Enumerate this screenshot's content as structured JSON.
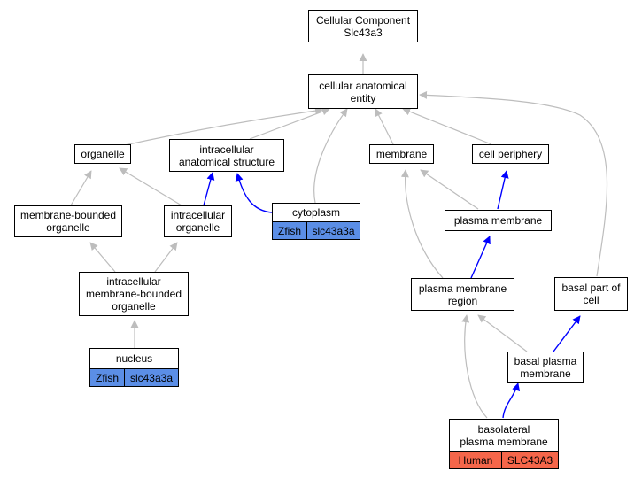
{
  "colors": {
    "gray_edge": "#bdbdbd",
    "blue_edge": "#0000ff",
    "zfish_tag": "#5b8ee6",
    "human_tag": "#f5664a"
  },
  "nodes": {
    "root": {
      "label": "Cellular Component\nSlc43a3"
    },
    "cae": {
      "label": "cellular anatomical\nentity"
    },
    "organelle": {
      "label": "organelle"
    },
    "ias": {
      "label": "intracellular\nanatomical structure"
    },
    "membrane": {
      "label": "membrane"
    },
    "cellperiph": {
      "label": "cell periphery"
    },
    "mbo": {
      "label": "membrane-bounded\norganelle"
    },
    "io": {
      "label": "intracellular\norganelle"
    },
    "cytoplasm": {
      "label": "cytoplasm",
      "tags": [
        "Zfish",
        "slc43a3a"
      ]
    },
    "pm": {
      "label": "plasma membrane"
    },
    "imbo": {
      "label": "intracellular\nmembrane-bounded\norganelle"
    },
    "pmr": {
      "label": "plasma membrane\nregion"
    },
    "bpc": {
      "label": "basal part of\ncell"
    },
    "nucleus": {
      "label": "nucleus",
      "tags": [
        "Zfish",
        "slc43a3a"
      ]
    },
    "bpm": {
      "label": "basal plasma\nmembrane"
    },
    "bl": {
      "label": "basolateral\nplasma membrane",
      "tags": [
        "Human",
        "SLC43A3"
      ]
    }
  },
  "edges": [
    {
      "from": "cae",
      "to": "root",
      "kind": "gray"
    },
    {
      "from": "organelle",
      "to": "cae",
      "kind": "gray"
    },
    {
      "from": "ias",
      "to": "cae",
      "kind": "gray"
    },
    {
      "from": "cytoplasm",
      "to": "cae",
      "kind": "gray"
    },
    {
      "from": "membrane",
      "to": "cae",
      "kind": "gray"
    },
    {
      "from": "cellperiph",
      "to": "cae",
      "kind": "gray"
    },
    {
      "from": "bpc",
      "to": "cae",
      "kind": "gray"
    },
    {
      "from": "mbo",
      "to": "organelle",
      "kind": "gray"
    },
    {
      "from": "io",
      "to": "organelle",
      "kind": "gray"
    },
    {
      "from": "io",
      "to": "ias",
      "kind": "blue"
    },
    {
      "from": "cytoplasm",
      "to": "ias",
      "kind": "blue"
    },
    {
      "from": "imbo",
      "to": "mbo",
      "kind": "gray"
    },
    {
      "from": "imbo",
      "to": "io",
      "kind": "gray"
    },
    {
      "from": "nucleus",
      "to": "imbo",
      "kind": "gray"
    },
    {
      "from": "pm",
      "to": "membrane",
      "kind": "gray"
    },
    {
      "from": "pm",
      "to": "cellperiph",
      "kind": "blue"
    },
    {
      "from": "pmr",
      "to": "membrane",
      "kind": "gray"
    },
    {
      "from": "pmr",
      "to": "pm",
      "kind": "blue"
    },
    {
      "from": "bpm",
      "to": "pmr",
      "kind": "gray"
    },
    {
      "from": "bpm",
      "to": "bpc",
      "kind": "blue"
    },
    {
      "from": "bl",
      "to": "pmr",
      "kind": "gray"
    },
    {
      "from": "bl",
      "to": "bpm",
      "kind": "blue"
    }
  ]
}
